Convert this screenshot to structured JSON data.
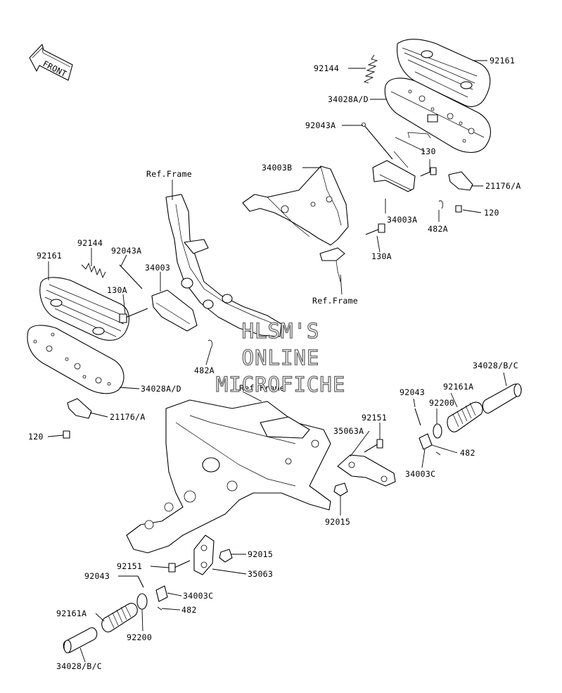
{
  "diagram": {
    "front_label": "FRONT",
    "ref_frame_label": "Ref.Frame",
    "watermark": [
      "HLSM'S",
      "ONLINE",
      "MICROFICHE"
    ],
    "parts": {
      "p92161_top": "92161",
      "p92144_top": "92144",
      "p34028ad_top": "34028A/D",
      "p92043a_top": "92043A",
      "p130_top": "130",
      "p34003b": "34003B",
      "p21176a_top": "21176/A",
      "p120_top": "120",
      "p34003a": "34003A",
      "p482a_top": "482A",
      "p130a_top": "130A",
      "p92144_left": "92144",
      "p92043a_left": "92043A",
      "p92161_left": "92161",
      "p34003": "34003",
      "p130a_left": "130A",
      "p482a_left": "482A",
      "p34028ad_left": "34028A/D",
      "p21176a_left": "21176/A",
      "p120_left": "120",
      "p34028bc_right": "34028/B/C",
      "p92043_right": "92043",
      "p92161a_right": "92161A",
      "p92200_right": "92200",
      "p92151_right": "92151",
      "p35063a": "35063A",
      "p482_right": "482",
      "p34003c_right": "34003C",
      "p92015_right": "92015",
      "p92015_bottom": "92015",
      "p92151_bottom": "92151",
      "p92043_bottom": "92043",
      "p35063": "35063",
      "p34003c_bottom": "34003C",
      "p92161a_bottom": "92161A",
      "p482_bottom": "482",
      "p92200_bottom": "92200",
      "p34028bc_bottom": "34028/B/C"
    }
  }
}
